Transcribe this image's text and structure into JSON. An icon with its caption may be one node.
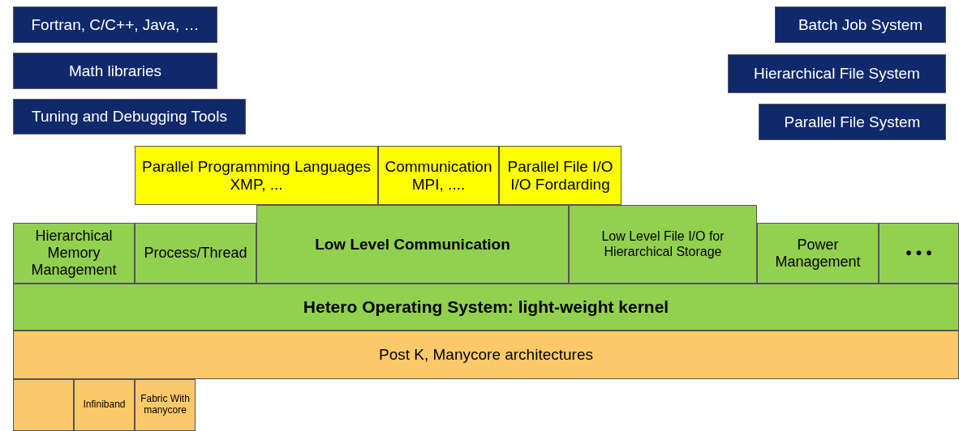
{
  "diagram": {
    "nodes": [
      {
        "text": [
          "Fortran, C/C++, Java, …"
        ]
      },
      {
        "text": [
          "Math libraries"
        ]
      },
      {
        "text": [
          "Tuning and Debugging Tools"
        ]
      },
      {
        "text": [
          "Batch Job System"
        ]
      },
      {
        "text": [
          "Hierarchical File System"
        ]
      },
      {
        "text": [
          "Parallel File System"
        ]
      },
      {
        "text": [
          "Parallel Programming Languages",
          "XMP, ..."
        ]
      },
      {
        "text": [
          "Communication",
          "MPI, ...."
        ]
      },
      {
        "text": [
          "Parallel File I/O",
          "I/O Fordarding"
        ]
      },
      {
        "text": [
          "Hetero Operating System: light-weight kernel"
        ]
      },
      {
        "text": [
          "Hierarchical Memory Management"
        ]
      },
      {
        "text": [
          "Process/Thread"
        ]
      },
      {
        "text": [
          "Low Level Communication"
        ]
      },
      {
        "text": [
          "Low Level File I/O for Hierarchical Storage"
        ]
      },
      {
        "text": [
          "Power Management"
        ]
      },
      {
        "text": [
          "• • •"
        ]
      },
      {
        "text": [
          "Post K, Manycore architectures"
        ]
      },
      {
        "text": [],
        "shape": "box"
      },
      {
        "text": [
          "Infiniband"
        ]
      },
      {
        "text": [
          "Fabric With manycore"
        ]
      }
    ]
  }
}
